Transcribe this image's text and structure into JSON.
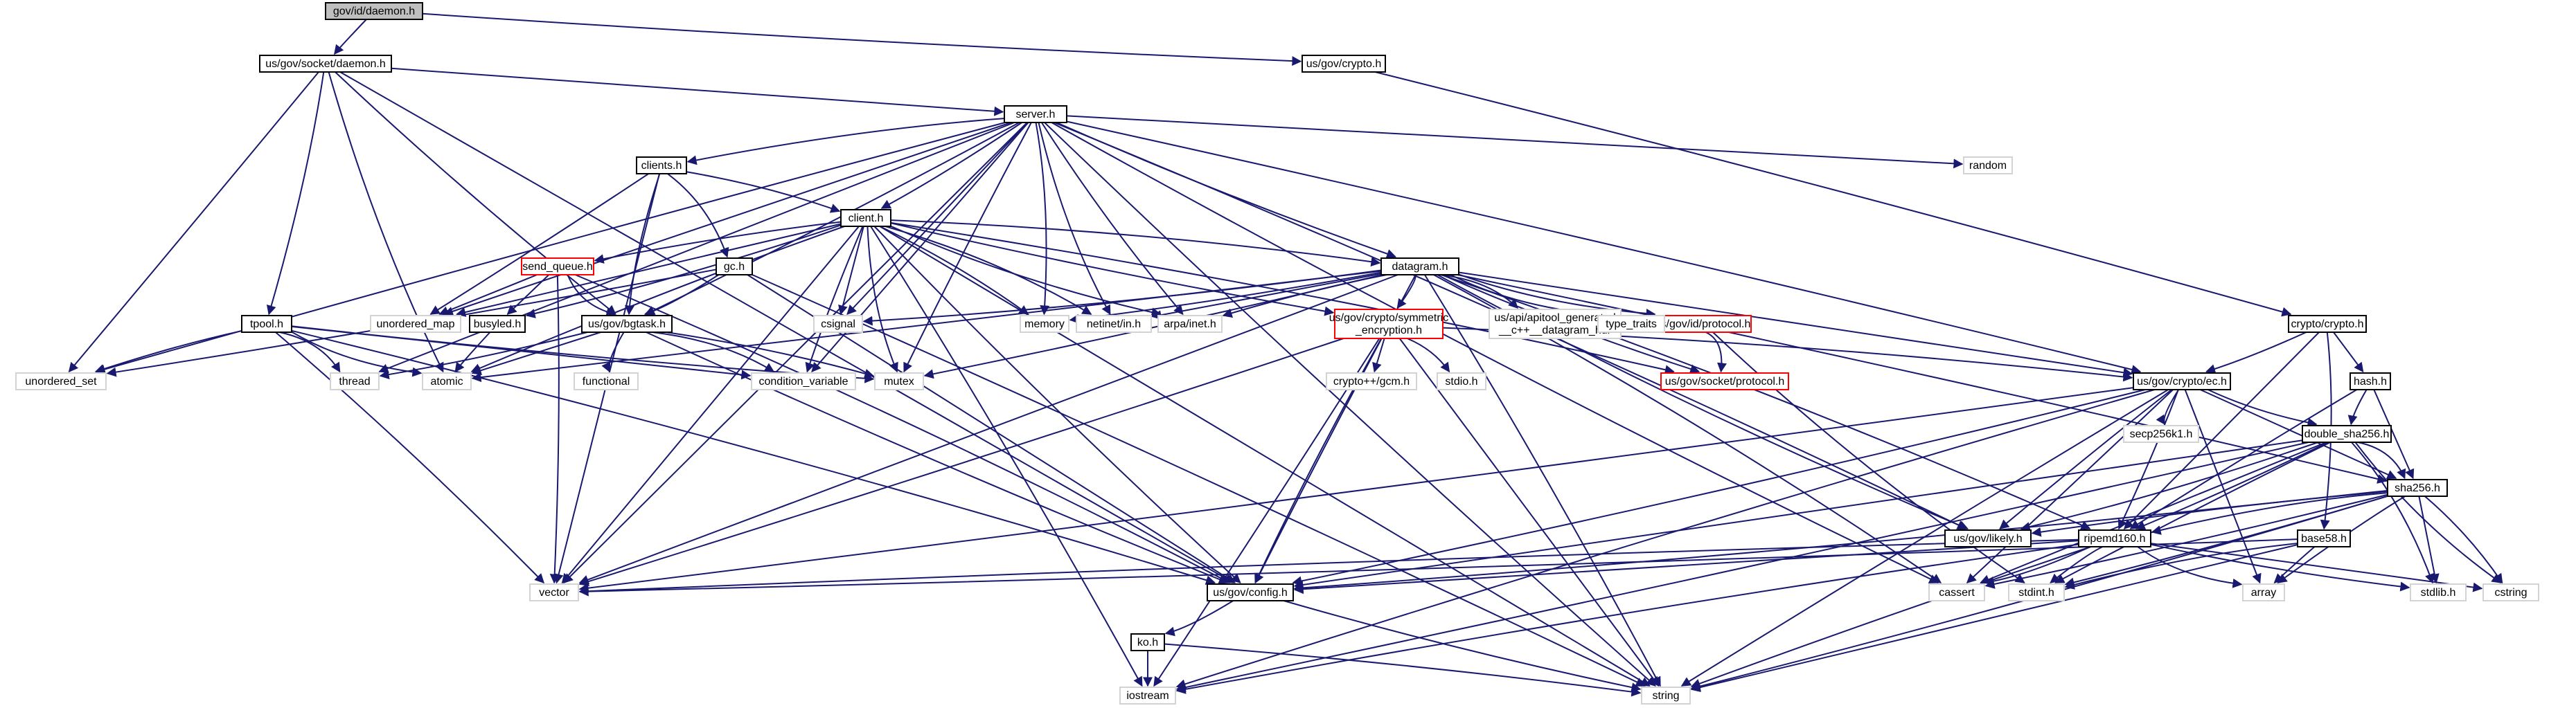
{
  "colors": {
    "edge": "#191970",
    "root_fill": "#bfbfbf",
    "root_stroke": "#000000",
    "node_fill": "#ffffff",
    "node_stroke": "#000000",
    "red_stroke": "#ff0000",
    "red_text": "#ff0000",
    "system_stroke": "#d3d3d3",
    "system_text": "#000000"
  },
  "nodes": {
    "root": "gov/id/daemon.h",
    "socket_daemon": "us/gov/socket/daemon.h",
    "crypto_h": "us/gov/crypto.h",
    "server": "server.h",
    "clients": "clients.h",
    "client": "client.h",
    "send_queue": "send_queue.h",
    "gc": "gc.h",
    "datagram": "datagram.h",
    "tpool": "tpool.h",
    "busyled": "busyled.h",
    "bgtask": "us/gov/bgtask.h",
    "symmetric": "us/gov/crypto/symmetric\n_encryption.h",
    "id_protocol": "us/gov/id/protocol.h",
    "socket_protocol": "us/gov/socket/protocol.h",
    "crypto_crypto": "crypto/crypto.h",
    "ec": "us/gov/crypto/ec.h",
    "hash": "hash.h",
    "double_sha": "double_sha256.h",
    "sha256": "sha256.h",
    "likely": "us/gov/likely.h",
    "ripemd": "ripemd160.h",
    "base58": "base58.h",
    "config": "us/gov/config.h",
    "ko": "ko.h",
    "unordered_set": "unordered_set",
    "unordered_map": "unordered_map",
    "thread": "thread",
    "atomic": "atomic",
    "mutex": "mutex",
    "condvar": "condition_variable",
    "functional": "functional",
    "csignal": "csignal",
    "memory": "memory",
    "netinet": "netinet/in.h",
    "arpa": "arpa/inet.h",
    "apitool": "us/api/apitool_generated\n__c++__datagram_hdr",
    "type_traits": "type_traits",
    "random": "random",
    "gcm": "crypto++/gcm.h",
    "stdio": "stdio.h",
    "secp": "secp256k1.h",
    "vector": "vector",
    "cassert": "cassert",
    "stdint": "stdint.h",
    "array": "array",
    "stdlib": "stdlib.h",
    "cstring": "cstring",
    "iostream": "iostream",
    "string": "string"
  }
}
